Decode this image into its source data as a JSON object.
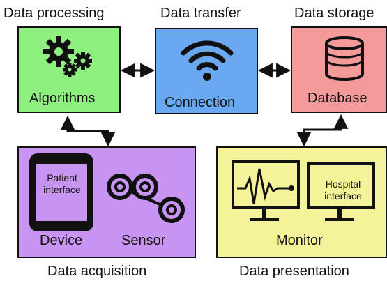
{
  "diagram": {
    "sections": {
      "processing": "Data processing",
      "transfer": "Data transfer",
      "storage": "Data storage",
      "acquisition": "Data acquisition",
      "presentation": "Data presentation"
    },
    "boxes": {
      "algorithms": {
        "label": "Algorithms",
        "fill": "#8ef07e",
        "icon": "gears-icon"
      },
      "connection": {
        "label": "Connection",
        "fill": "#6aa9f1",
        "icon": "wifi-icon"
      },
      "database": {
        "label": "Database",
        "fill": "#f59a9a",
        "icon": "database-icon"
      },
      "acquisition": {
        "fill": "#c794f1",
        "device_label": "Device",
        "sensor_label": "Sensor",
        "tablet_text": "Patient interface",
        "icons": [
          "tablet-icon",
          "sensor-chain-icon"
        ]
      },
      "presentation": {
        "fill": "#f4f39a",
        "monitor_label": "Monitor",
        "screen_text": "Hospital interface",
        "icons": [
          "ecg-monitor-icon",
          "hospital-screen-icon"
        ]
      }
    },
    "connectors": [
      "algorithms-connection",
      "connection-database",
      "algorithms-acquisition",
      "database-presentation"
    ]
  }
}
